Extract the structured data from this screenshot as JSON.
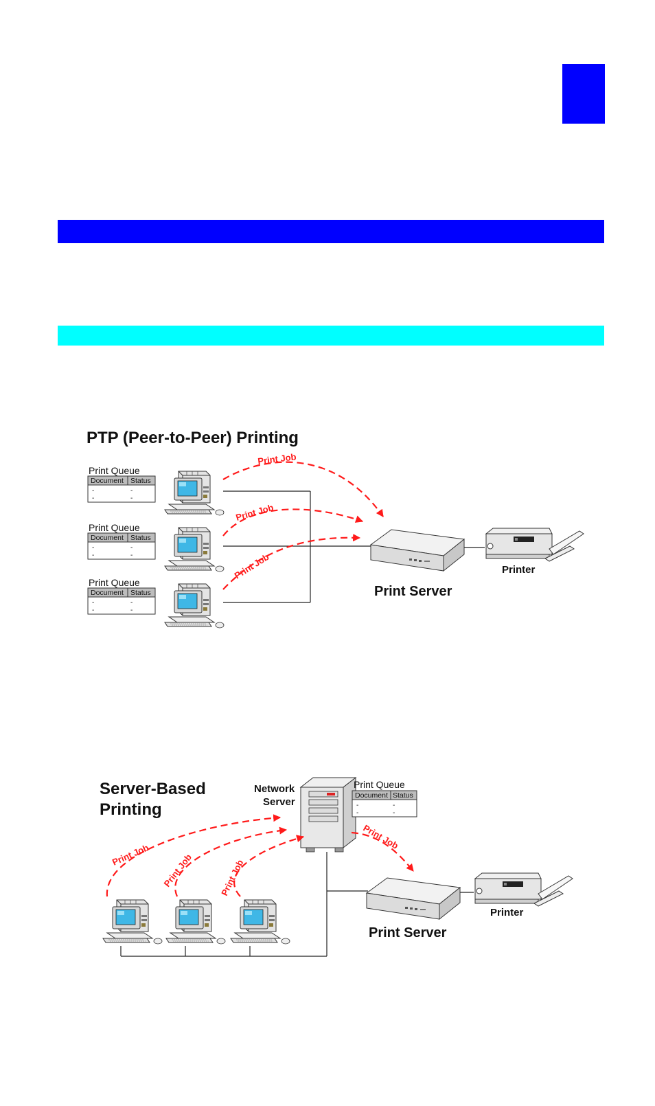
{
  "colors": {
    "primary_blue": "#0000ff",
    "cyan": "#00ffff",
    "arrow_red": "#ff1a1a"
  },
  "ptp": {
    "title": "PTP (Peer-to-Peer) Printing",
    "queues": [
      {
        "title": "Print Queue",
        "col_doc": "Document",
        "col_status": "Status",
        "rows": [
          [
            "-",
            "-"
          ],
          [
            "-",
            "-"
          ]
        ]
      },
      {
        "title": "Print Queue",
        "col_doc": "Document",
        "col_status": "Status",
        "rows": [
          [
            "-",
            "-"
          ],
          [
            "-",
            "-"
          ]
        ]
      },
      {
        "title": "Print Queue",
        "col_doc": "Document",
        "col_status": "Status",
        "rows": [
          [
            "-",
            "-"
          ],
          [
            "-",
            "-"
          ]
        ]
      }
    ],
    "jobs": [
      "Print Job",
      "Print Job",
      "Print Job"
    ],
    "print_server": "Print Server",
    "printer": "Printer"
  },
  "server_based": {
    "title_line1": "Server-Based",
    "title_line2": "Printing",
    "network_server_line1": "Network",
    "network_server_line2": "Server",
    "queue": {
      "title": "Print Queue",
      "col_doc": "Document",
      "col_status": "Status",
      "rows": [
        [
          "-",
          "-"
        ],
        [
          "-",
          "-"
        ]
      ]
    },
    "jobs": [
      "Print Job",
      "Print Job",
      "Print Job",
      "Print Job"
    ],
    "print_server": "Print Server",
    "printer": "Printer"
  }
}
